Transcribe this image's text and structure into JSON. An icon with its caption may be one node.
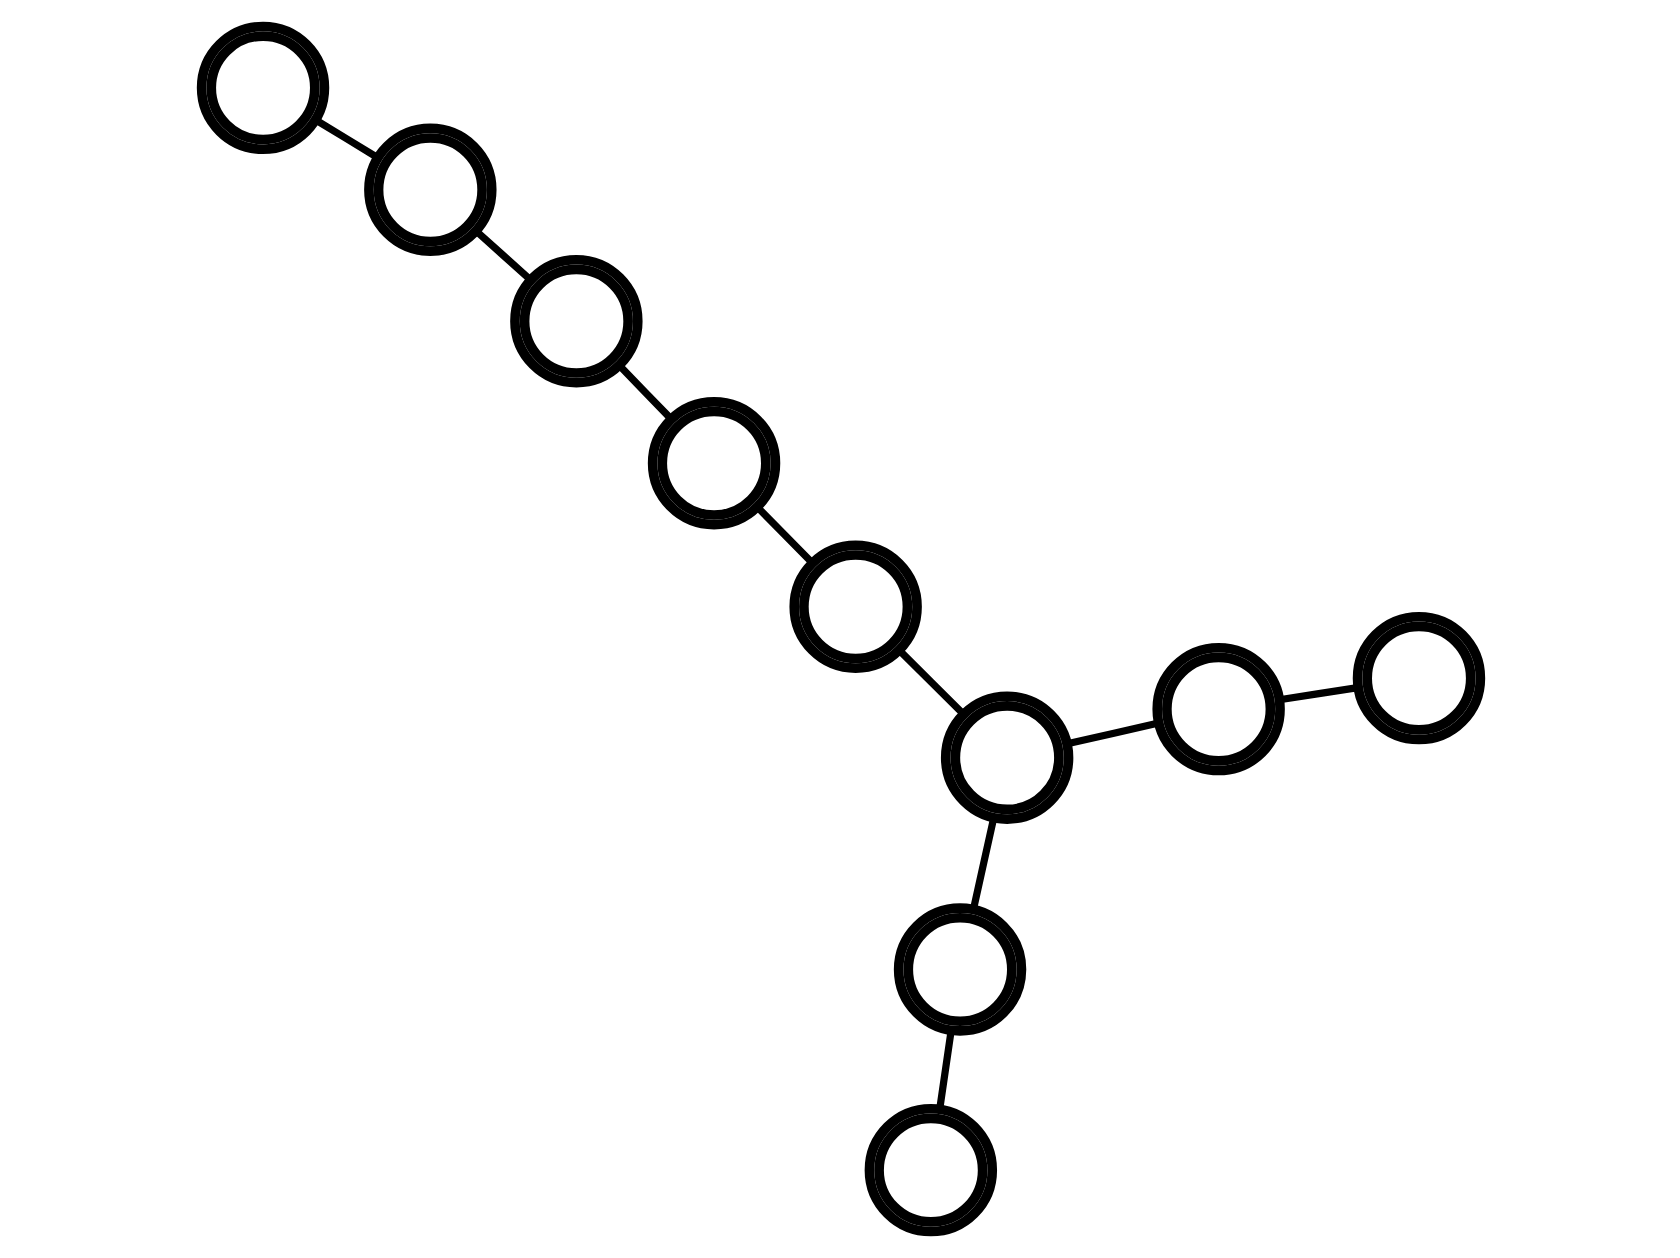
{
  "diagram": {
    "nodes": [
      {
        "text": [],
        "shape": "circle"
      },
      {
        "text": [],
        "shape": "circle"
      },
      {
        "text": [],
        "shape": "circle"
      },
      {
        "text": [],
        "shape": "circle"
      },
      {
        "text": [],
        "shape": "circle"
      },
      {
        "text": [],
        "shape": "circle"
      },
      {
        "text": [],
        "shape": "circle"
      },
      {
        "text": [],
        "shape": "circle"
      },
      {
        "text": [],
        "shape": "circle"
      },
      {
        "text": [],
        "shape": "circle"
      }
    ],
    "edges": [
      {
        "from": 1,
        "to": 2,
        "arrow": "none"
      },
      {
        "from": 2,
        "to": 4,
        "arrow": "none"
      },
      {
        "from": 4,
        "to": 8,
        "arrow": "none"
      },
      {
        "from": 8,
        "to": 9,
        "arrow": "none"
      },
      {
        "from": 4,
        "to": 6,
        "arrow": "none"
      },
      {
        "from": 6,
        "to": 7,
        "arrow": "none"
      },
      {
        "from": 0,
        "to": 3,
        "arrow": "none"
      },
      {
        "from": 3,
        "to": 5,
        "arrow": "none"
      },
      {
        "from": 5,
        "to": 7,
        "arrow": "none"
      }
    ]
  }
}
